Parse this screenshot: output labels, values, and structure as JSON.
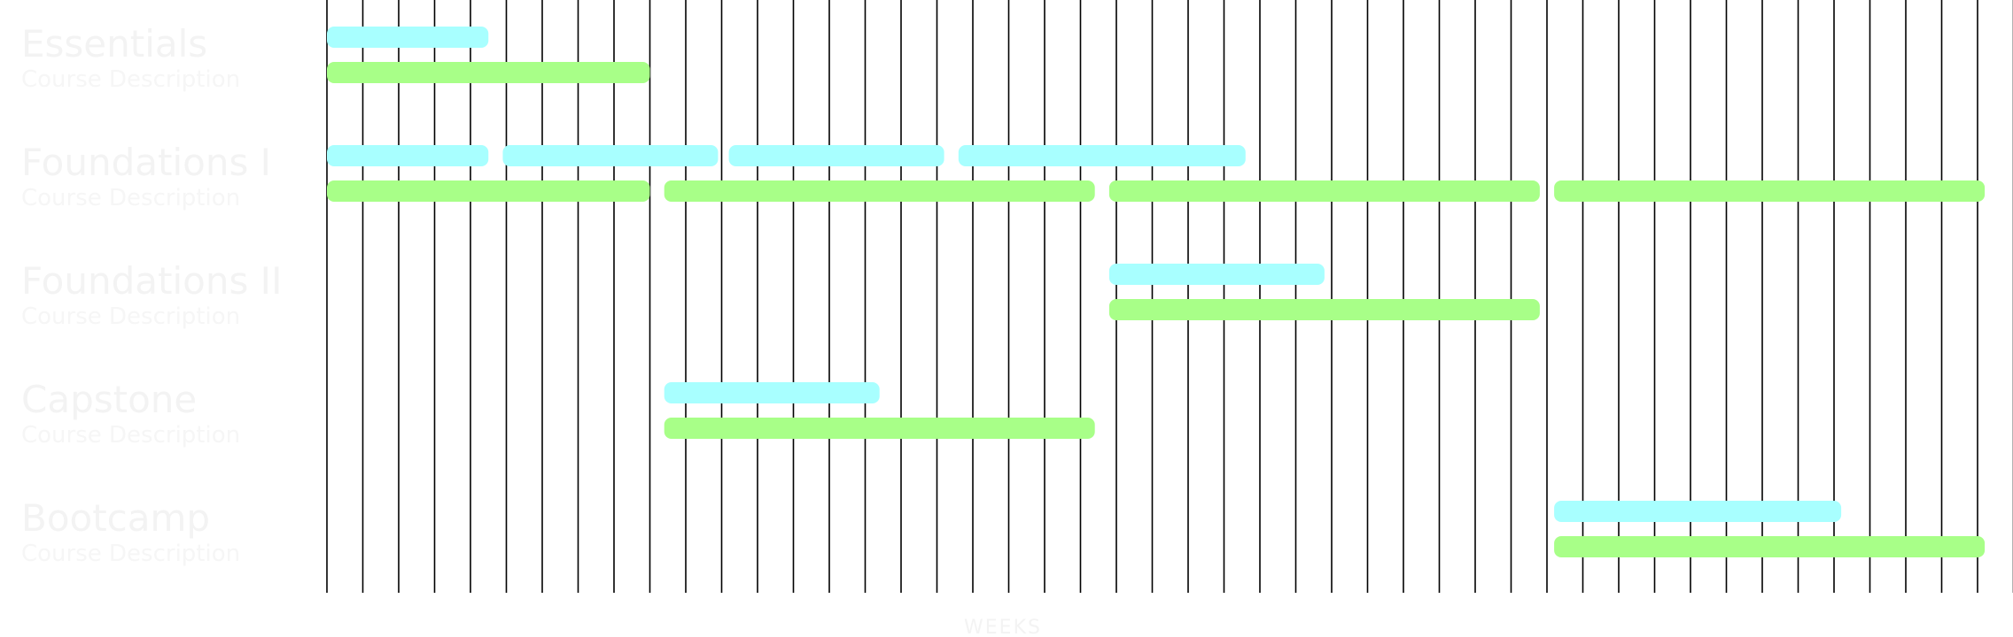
{
  "chart_data": {
    "type": "gantt",
    "xlabel": "WEEKS",
    "week_count": 48,
    "colors": {
      "short_bar": "#a8ffff",
      "long_bar": "#a8ff88",
      "gridline": "#000000",
      "label_text": "#f3f3f3"
    },
    "courses": [
      {
        "name": "Essentials",
        "description": "Course Description",
        "short_bars": [
          [
            0,
            4.5
          ]
        ],
        "long_bars": [
          [
            0,
            9
          ]
        ]
      },
      {
        "name": "Foundations I",
        "description": "Course Description",
        "short_bars": [
          [
            0,
            4.5
          ],
          [
            4.9,
            10.9
          ],
          [
            11.2,
            17.2
          ],
          [
            17.6,
            25.6
          ]
        ],
        "long_bars": [
          [
            0,
            9
          ],
          [
            9.4,
            21.4
          ],
          [
            21.8,
            33.8
          ],
          [
            34.2,
            46.2
          ]
        ]
      },
      {
        "name": "Foundations II",
        "description": "Course Description",
        "short_bars": [
          [
            21.8,
            27.8
          ]
        ],
        "long_bars": [
          [
            21.8,
            33.8
          ]
        ]
      },
      {
        "name": "Capstone",
        "description": "Course Description",
        "short_bars": [
          [
            9.4,
            15.4
          ]
        ],
        "long_bars": [
          [
            9.4,
            21.4
          ]
        ]
      },
      {
        "name": "Bootcamp",
        "description": "Course Description",
        "short_bars": [
          [
            34.2,
            42.2
          ]
        ],
        "long_bars": [
          [
            34.2,
            46.2
          ]
        ]
      }
    ]
  }
}
